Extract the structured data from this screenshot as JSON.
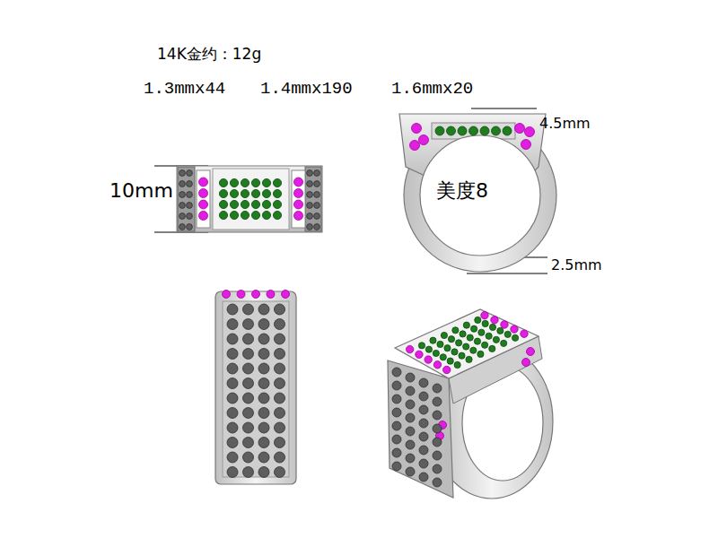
{
  "diagram": {
    "labels": [
      "14K金约：12g",
      "1.3mmx44",
      "1.4mmx190",
      "1.6mmx20",
      "10mm",
      "4.5mm",
      "美度8",
      "2.5mm"
    ]
  }
}
